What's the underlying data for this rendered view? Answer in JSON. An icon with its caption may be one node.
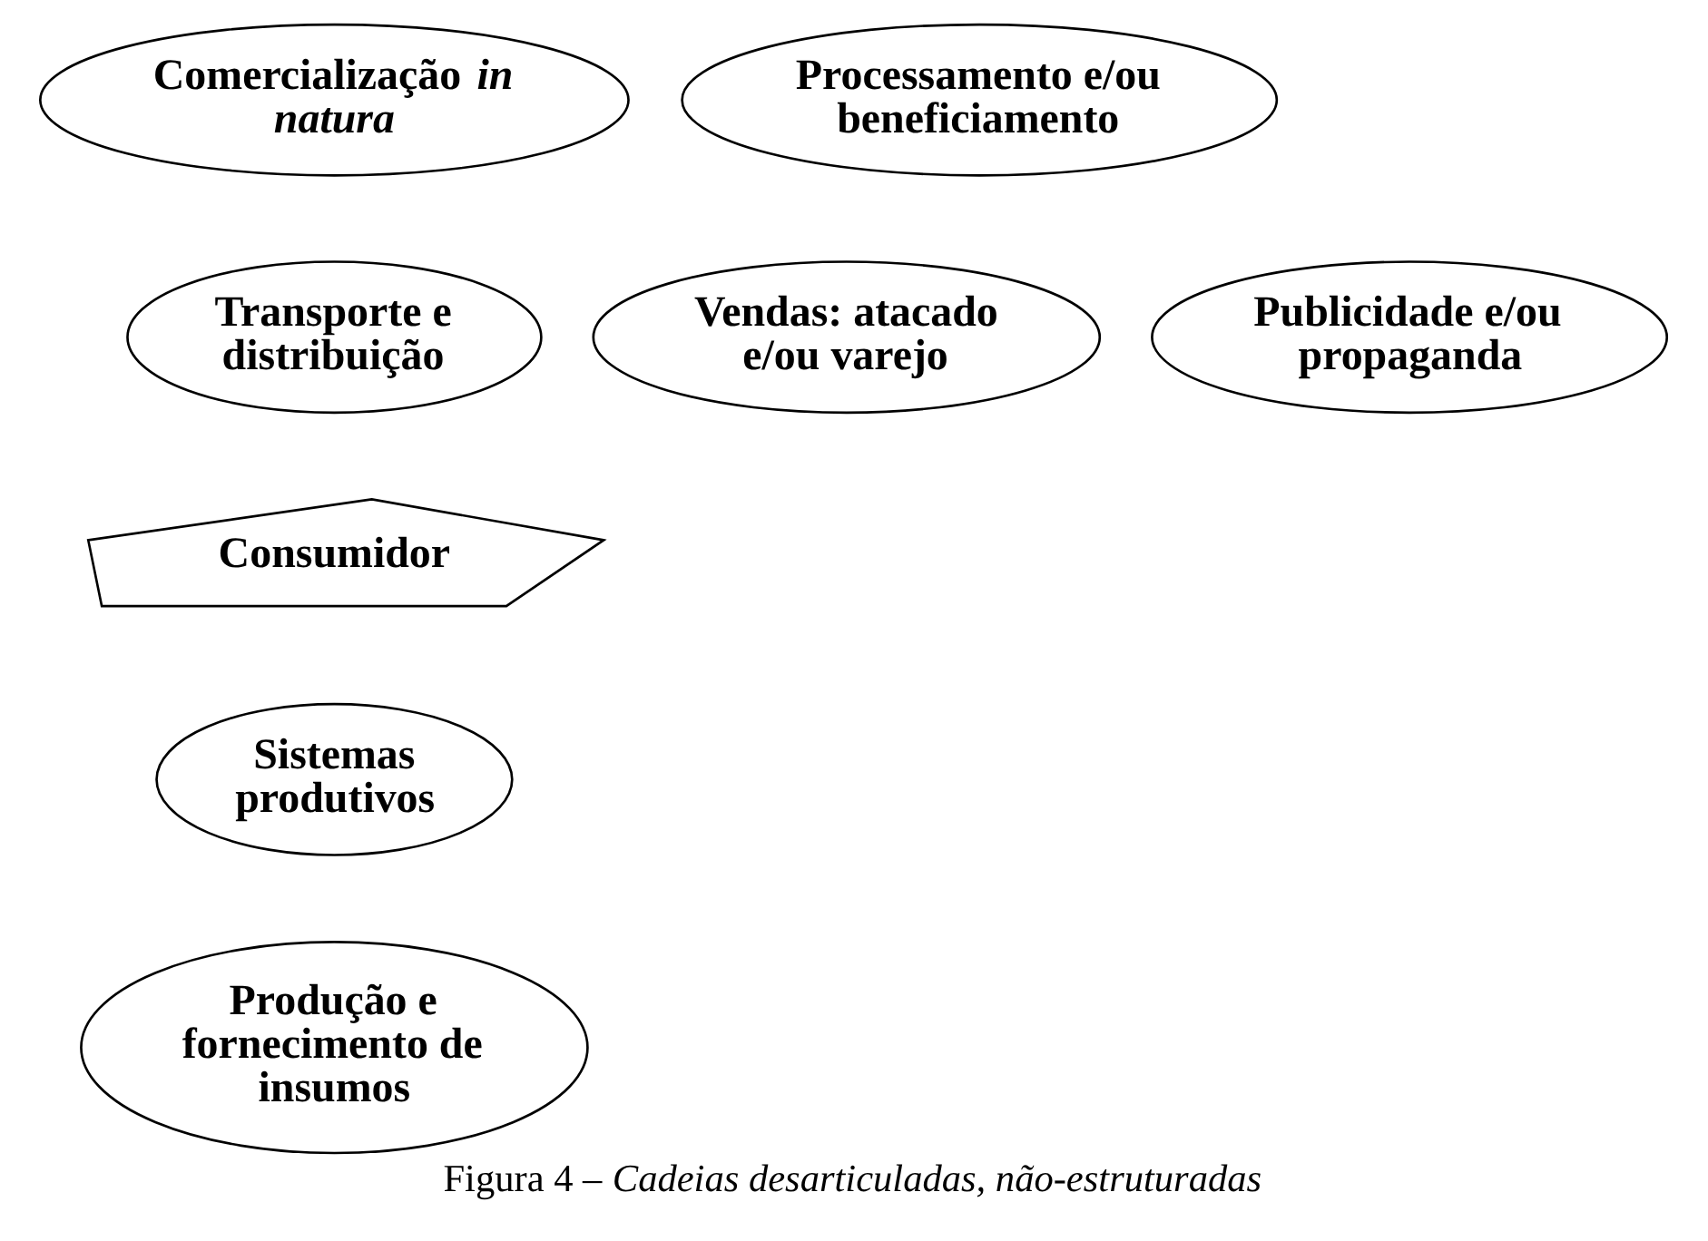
{
  "diagram": {
    "caption": "Figura 4 – *Cadeias desarticuladas, não-estruturadas*",
    "nodes": [
      {
        "text": [
          "Comercialização *in natura*"
        ]
      },
      {
        "text": [
          "Transporte e distribuição"
        ]
      },
      {
        "text": [
          "Vendas: atacado e/ou varejo"
        ]
      },
      {
        "text": [
          "Processamento e/ou beneficiamento"
        ]
      },
      {
        "text": [
          "Publicidade e/ou propaganda"
        ]
      },
      {
        "text": [
          "Consumidor"
        ]
      },
      {
        "text": [
          "Sistemas produtivos"
        ]
      },
      {
        "text": [
          "Produção e fornecimento de insumos"
        ]
      }
    ],
    "edges": []
  }
}
